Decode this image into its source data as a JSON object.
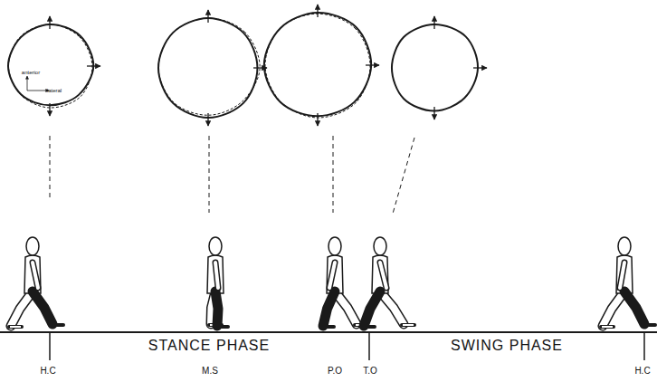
{
  "diagram": {
    "labels": [
      "anterior",
      "lateral",
      "STANCE PHASE",
      "SWING PHASE",
      "H.C",
      "M.S",
      "P.O",
      "T.O",
      "H.C"
    ]
  }
}
